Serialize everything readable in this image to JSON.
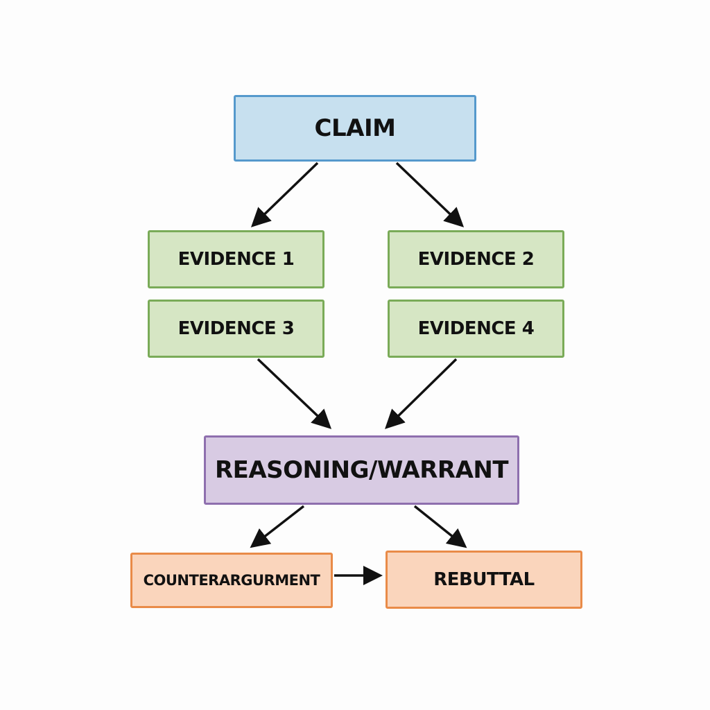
{
  "diagram": {
    "type": "flowchart",
    "nodes": {
      "claim": "CLAIM",
      "evidence_1": "EVIDENCE 1",
      "evidence_2": "EVIDENCE 2",
      "evidence_3": "EVIDENCE 3",
      "evidence_4": "EVIDENCE 4",
      "reasoning": "REASONING/WARRANT",
      "counterargument": "COUNTERARGURMENT",
      "rebuttal": "REBUTTAL"
    },
    "edges": [
      {
        "from": "claim",
        "to": "evidence_1"
      },
      {
        "from": "claim",
        "to": "evidence_2"
      },
      {
        "from": "evidence_3",
        "to": "reasoning"
      },
      {
        "from": "evidence_4",
        "to": "reasoning"
      },
      {
        "from": "reasoning",
        "to": "counterargument"
      },
      {
        "from": "reasoning",
        "to": "rebuttal"
      },
      {
        "from": "counterargument",
        "to": "rebuttal"
      }
    ],
    "colors": {
      "claim": "#5599cc",
      "evidence": "#7aab58",
      "reasoning": "#8e6fae",
      "counter_rebuttal": "#e98b48"
    }
  }
}
